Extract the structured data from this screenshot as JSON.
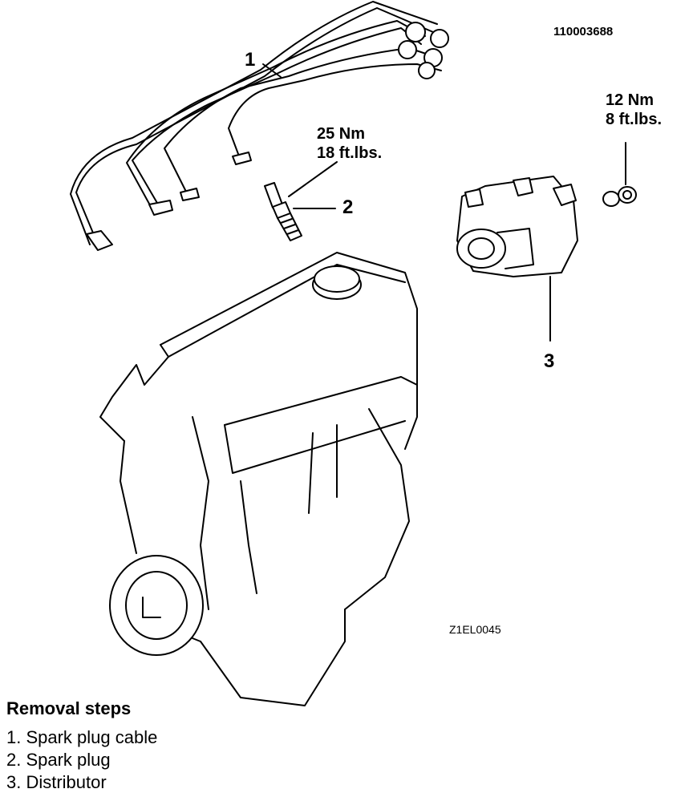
{
  "document": {
    "id_code": "110003688",
    "figure_code": "Z1EL0045"
  },
  "callouts": [
    {
      "number": "1"
    },
    {
      "number": "2"
    },
    {
      "number": "3"
    }
  ],
  "torque": {
    "spark_plug": {
      "metric": "25 Nm",
      "imperial": "18 ft.lbs."
    },
    "distributor_nut": {
      "metric": "12 Nm",
      "imperial": "8 ft.lbs."
    }
  },
  "removal": {
    "title": "Removal steps",
    "steps": [
      "1. Spark plug cable",
      "2. Spark plug",
      "3. Distributor"
    ]
  }
}
